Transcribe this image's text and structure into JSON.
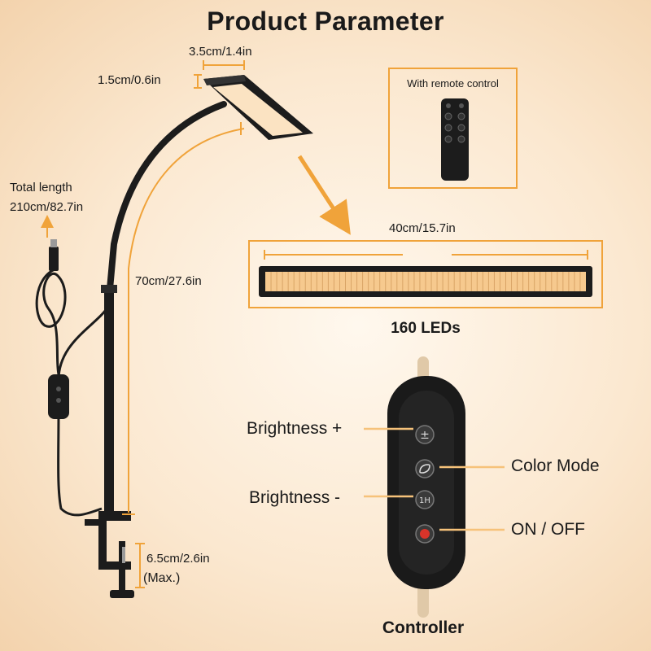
{
  "title": "Product Parameter",
  "dimensions": {
    "head_width": "3.5cm/1.4in",
    "head_thickness": "1.5cm/0.6in",
    "total_length_line1": "Total length",
    "total_length_line2": "210cm/82.7in",
    "arm_length": "70cm/27.6in",
    "clamp_line1": "6.5cm/2.6in",
    "clamp_line2": "(Max.)"
  },
  "remote": {
    "label": "With remote control"
  },
  "light_bar": {
    "width": "40cm/15.7in",
    "leds": "160 LEDs"
  },
  "controller": {
    "title": "Controller",
    "brightness_up": "Brightness +",
    "color_mode": "Color Mode",
    "brightness_down": "Brightness -",
    "power": "ON / OFF"
  },
  "colors": {
    "accent": "#f0a33a",
    "device": "#1c1c1c",
    "led": "#f6c98e",
    "power": "#d8342a"
  },
  "icons": [
    "brightness-up-icon",
    "color-mode-icon",
    "timer-1h-icon",
    "power-icon",
    "remote-control-icon",
    "usb-plug-icon"
  ]
}
